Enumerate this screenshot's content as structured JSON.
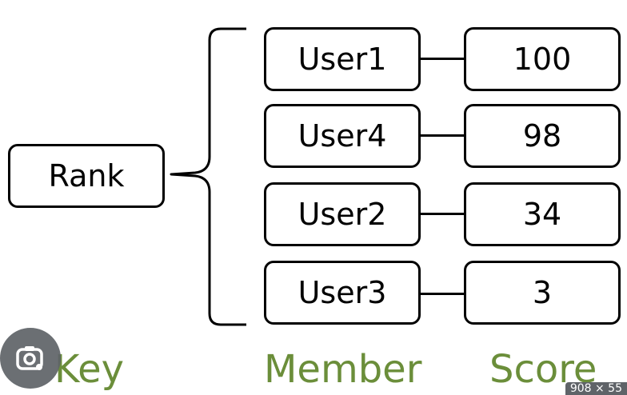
{
  "diagram": {
    "key": "Rank",
    "rows": [
      {
        "member": "User1",
        "score": "100"
      },
      {
        "member": "User4",
        "score": "98"
      },
      {
        "member": "User2",
        "score": "34"
      },
      {
        "member": "User3",
        "score": "3"
      }
    ],
    "captions": {
      "key": "Key",
      "member": "Member",
      "score": "Score"
    },
    "caption_color": "#6b8e3a"
  },
  "overlay": {
    "lens_icon": "google-lens-icon",
    "size_badge": "908 × 55"
  }
}
